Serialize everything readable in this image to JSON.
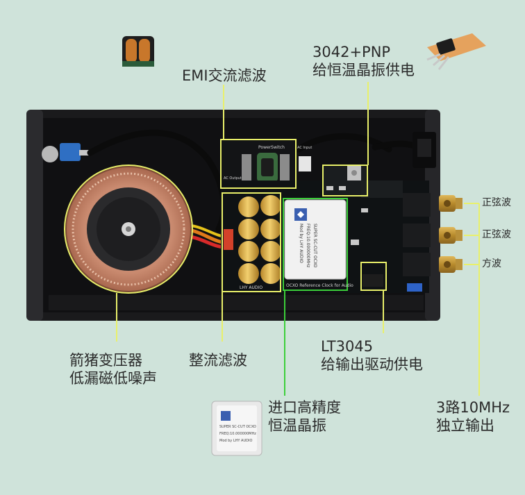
{
  "labels": {
    "emi": "EMI交流滤波",
    "pnp_line1": "3042+PNP",
    "pnp_line2": "给恒温晶振供电",
    "transformer_line1": "箭猪变压器",
    "transformer_line2": "低漏磁低噪声",
    "rectifier": "整流滤波",
    "lt_line1": "LT3045",
    "lt_line2": "给输出驱动供电",
    "ocxo_line1": "进口高精度",
    "ocxo_line2": "恒温晶振",
    "outputs_line1": "3路10MHz",
    "outputs_line2": "独立输出",
    "out_sine_1": "正弦波",
    "out_sine_2": "正弦波",
    "out_square": "方波"
  },
  "board_text": {
    "ocxo_brand": "SUPER SC-CUT OCXO",
    "ocxo_freq": "FREQ:10.000000MHz",
    "ocxo_mod": "Mod by LHY AUDIO",
    "pcb_caption": "OCXO Reference Clock for Audio",
    "pcb_brand": "LHY AUDIO",
    "power_switch": "PowerSwitch",
    "ac_output": "AC Output",
    "ac_input": "AC Input"
  },
  "colors": {
    "background": "#cfe3da",
    "callout_yellow": "#e9f06a",
    "callout_green": "#3ccf3a",
    "chassis": "#1b1b1d",
    "pcb": "#121517",
    "gold": "#c9a040"
  }
}
